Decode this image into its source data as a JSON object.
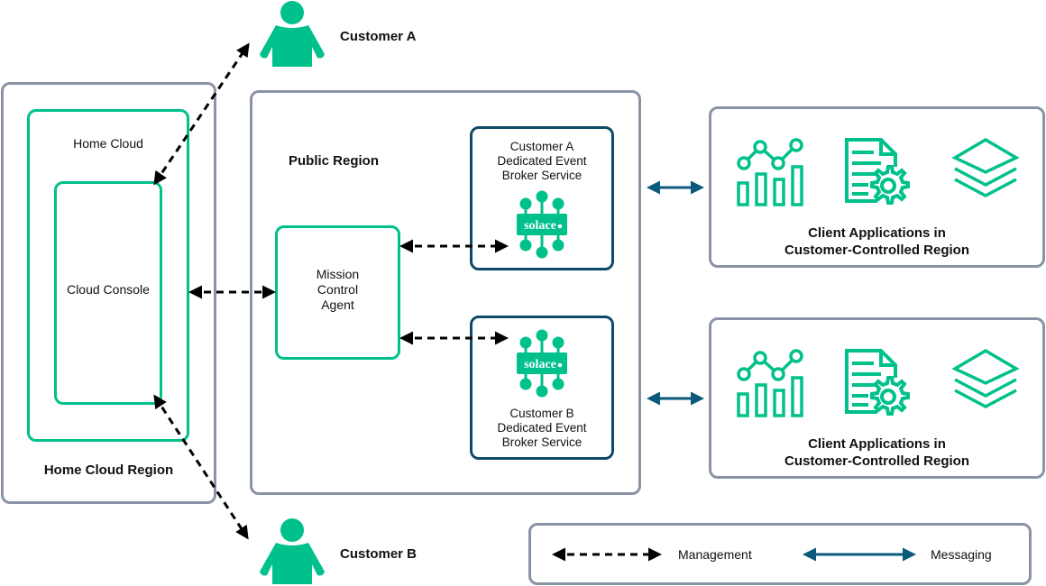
{
  "diagram": {
    "customers": [
      {
        "label": "Customer A",
        "icon": "person-icon"
      },
      {
        "label": "Customer B",
        "icon": "person-icon"
      }
    ],
    "home_cloud_region": {
      "label": "Home Cloud Region",
      "home_cloud": {
        "label": "Home Cloud"
      },
      "cloud_console": {
        "label": "Cloud Console"
      }
    },
    "public_region": {
      "label": "Public Region",
      "mission_control_agent": {
        "label_lines": [
          "Mission",
          "Control",
          "Agent"
        ]
      },
      "brokers": [
        {
          "label_lines": [
            "Customer A",
            "Dedicated Event",
            "Broker Service"
          ],
          "logo": "solace"
        },
        {
          "label_lines": [
            "Customer B",
            "Dedicated Event",
            "Broker Service"
          ],
          "logo": "solace"
        }
      ]
    },
    "client_regions": [
      {
        "label_lines": [
          "Client Applications in",
          "Customer-Controlled Region"
        ],
        "icons": [
          "analytics-chart-icon",
          "document-gear-icon",
          "layers-icon"
        ]
      },
      {
        "label_lines": [
          "Client Applications in",
          "Customer-Controlled Region"
        ],
        "icons": [
          "analytics-chart-icon",
          "document-gear-icon",
          "layers-icon"
        ]
      }
    ],
    "connections": [
      {
        "from": "Cloud Console",
        "to": "Customer A",
        "type": "management"
      },
      {
        "from": "Cloud Console",
        "to": "Customer B",
        "type": "management"
      },
      {
        "from": "Home Cloud",
        "to": "Mission Control Agent",
        "type": "management"
      },
      {
        "from": "Mission Control Agent",
        "to": "Customer A Dedicated Event Broker Service",
        "type": "management"
      },
      {
        "from": "Mission Control Agent",
        "to": "Customer B Dedicated Event Broker Service",
        "type": "management"
      },
      {
        "from": "Public Region",
        "to": "Client Applications (top)",
        "type": "messaging"
      },
      {
        "from": "Public Region",
        "to": "Client Applications (bottom)",
        "type": "messaging"
      }
    ]
  },
  "legend": {
    "management": "Management",
    "messaging": "Messaging"
  },
  "logo_text": "solace",
  "colors": {
    "green": "#00c08b",
    "navy": "#0b4b66",
    "gray": "#8a93a4",
    "black": "#000000"
  }
}
